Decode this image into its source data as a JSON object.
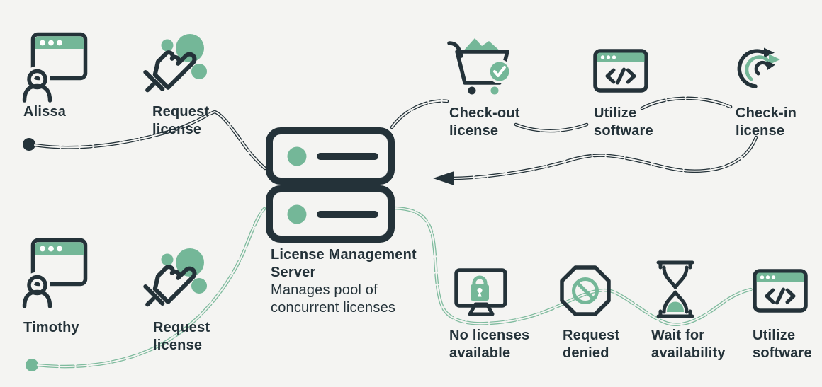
{
  "title": "License management diagram",
  "colors": {
    "background": "#f4f4f2",
    "dark": "#243239",
    "icon_green": "#74b798",
    "wire_green": "#7fbb9e",
    "white": "#ffffff"
  },
  "users": {
    "alissa": {
      "name": "Alissa",
      "action": "Request\nlicense"
    },
    "timothy": {
      "name": "Timothy",
      "action": "Request\nlicense"
    }
  },
  "server": {
    "title": "License Management\nServer",
    "subtitle": "Manages pool of\nconcurrent licenses"
  },
  "granted_flow": {
    "steps": [
      {
        "label": "Check-out\nlicense",
        "icon": "cart-check-icon"
      },
      {
        "label": "Utilize\nsoftware",
        "icon": "code-window-icon"
      },
      {
        "label": "Check-in\nlicense",
        "icon": "checkin-arrows-icon"
      }
    ]
  },
  "denied_flow": {
    "steps": [
      {
        "label": "No licenses\navailable",
        "icon": "monitor-lock-icon"
      },
      {
        "label": "Request\ndenied",
        "icon": "denied-octagon-icon"
      },
      {
        "label": "Wait for\navailability",
        "icon": "hourglass-icon"
      },
      {
        "label": "Utilize\nsoftware",
        "icon": "code-window-icon"
      }
    ]
  }
}
